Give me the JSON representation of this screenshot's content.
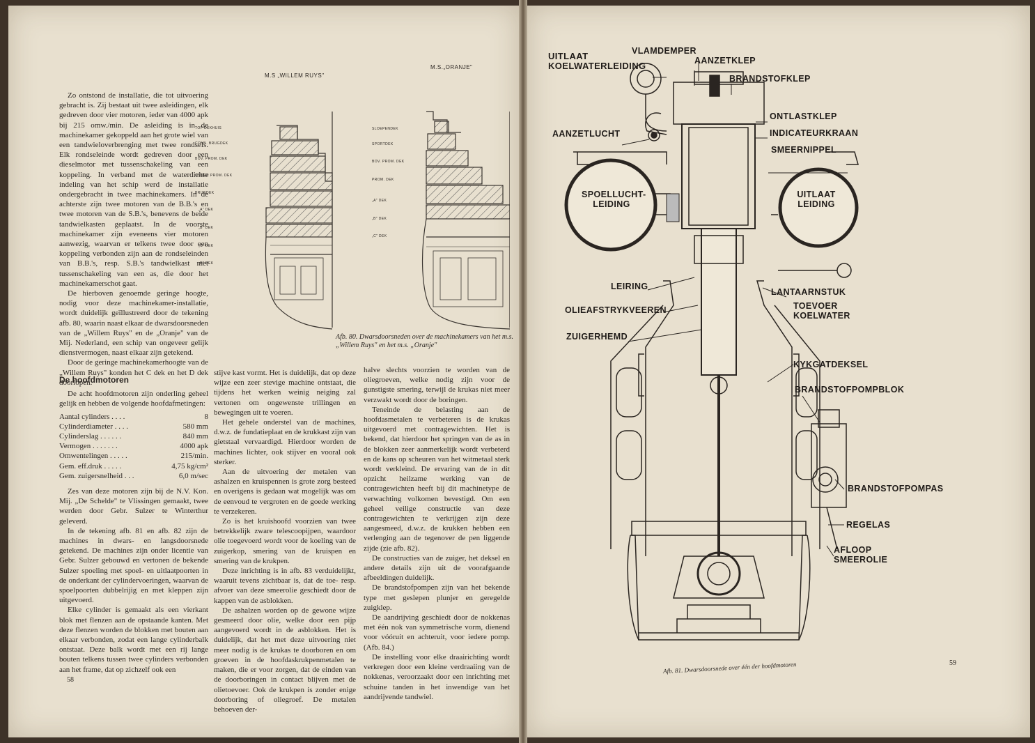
{
  "left_page": {
    "intro_paragraphs": [
      "Zo ontstond de installatie, die tot uitvoering gebracht is. Zij bestaat uit twee asleidingen, elk gedreven door vier motoren, ieder van 4000 apk bij 215 omw./min. De asleiding is in de machinekamer gekoppeld aan het grote wiel van een tandwieloverbrenging met twee rondsels. Elk rondseleinde wordt gedreven door een dieselmotor met tussenschakeling van een koppeling. In verband met de waterdichte indeling van het schip werd de installatie ondergebracht in twee machinekamers. In de achterste zijn twee motoren van de B.B.'s en twee motoren van de S.B.'s, benevens de beide tandwielkasten geplaatst. In de voorste machinekamer zijn eveneens vier motoren aanwezig, waarvan er telkens twee door een koppeling verbonden zijn aan de rondseleinden van B.B.'s, resp. S.B.'s tandwielkast met tussenschakeling van een as, die door het machinekamerschot gaat.",
      "De hierboven genoemde geringe hoogte, nodig voor deze machinekamer-installatie, wordt duidelijk geïllustreerd door de tekening afb. 80, waarin naast elkaar de dwarsdoorsneden van de „Willem Ruys\" en de „Oranje\" van de Mij. Nederland, een schip van ongeveer gelijk dienstvermogen, naast elkaar zijn getekend.",
      "Door de geringe machinekamerhoogte van de „Willem Ruys\" konden het C dek en het D dek doorlopen."
    ],
    "figure80": {
      "title_left": "M.S „WILLEM RUYS\"",
      "title_right": "M.S.„ORANJE\"",
      "decks_left": [
        "TOP DEKHUIS",
        "CONN. BRUGDEK",
        "BOV. PROM. DEK",
        "ONDER PROM. DEK",
        "BRUGDEK",
        "„A\" DEK",
        "„B\" DEK",
        "„C\" DEK",
        "„D\" DEK"
      ],
      "decks_right": [
        "SLOEPENDEK",
        "SPORTDEK",
        "BOV. PROM. DEK",
        "PROM. DEK",
        "„A\" DEK",
        "„B\" DEK",
        "„C\" DEK"
      ],
      "caption": "Afb. 80. Dwarsdoorsneden over de machinekamers van het m.s. „Willem Ruys\" en het m.s. „Oranje\""
    },
    "section_heading": "De hoofdmotoren",
    "section_intro": "De acht hoofdmotoren zijn onderling geheel gelijk en hebben de volgende hoofdafmetingen:",
    "dimensions": [
      {
        "label": "Aantal cylinders . . . .",
        "value": "8"
      },
      {
        "label": "Cylinderdiameter . . . .",
        "value": "580 mm"
      },
      {
        "label": "Cylinderslag . . . . . .",
        "value": "840 mm"
      },
      {
        "label": "Vermogen . . . . . . .",
        "value": "4000 apk"
      },
      {
        "label": "Omwentelingen . . . . .",
        "value": "215/min."
      },
      {
        "label": "Gem. eff.druk . . . . .",
        "value": "4,75 kg/cm²"
      },
      {
        "label": "Gem. zuigersnelheid . . .",
        "value": "6,0 m/sec"
      }
    ],
    "col1_rest": [
      "Zes van deze motoren zijn bij de N.V. Kon. Mij. „De Schelde\" te Vlissingen gemaakt, twee werden door Gebr. Sulzer te Winterthur geleverd.",
      "In de tekening afb. 81 en afb. 82 zijn de machines in dwars- en langsdoorsnede getekend. De machines zijn onder licentie van Gebr. Sulzer gebouwd en vertonen de bekende Sulzer spoeling met spoel- en uitlaatpoorten in de onderkant der cylindervoeringen, waarvan de spoelpoorten dubbelrijig en met kleppen zijn uitgevoerd.",
      "Elke cylinder is gemaakt als een vierkant blok met flenzen aan de opstaande kanten. Met deze flenzen worden de blokken met bouten aan elkaar verbonden, zodat een lange cylinderbalk ontstaat. Deze balk wordt met een rij lange bouten telkens tussen twee cylinders verbonden aan het frame, dat op zichzelf ook een"
    ],
    "col2": [
      "stijve kast vormt. Het is duidelijk, dat op deze wijze een zeer stevige machine ontstaat, die tijdens het werken weinig neiging zal vertonen om ongewenste trillingen en bewegingen uit te voeren.",
      "Het gehele onderstel van de machines, d.w.z. de fundatieplaat en de krukkast zijn van gietstaal vervaardigd. Hierdoor worden de machines lichter, ook stijver en vooral ook sterker.",
      "Aan de uitvoering der metalen van ashalzen en kruispennen is grote zorg besteed en overigens is gedaan wat mogelijk was om de eenvoud te vergroten en de goede werking te verzekeren.",
      "Zo is het kruishoofd voorzien van twee betrekkelijk zware telescoopijpen, waardoor olie toegevoerd wordt voor de koeling van de zuigerkop, smering van de kruispen en smering van de krukpen.",
      "Deze inrichting is in afb. 83 verduidelijkt, waaruit tevens zichtbaar is, dat de toe- resp. afvoer van deze smeerolie geschiedt door de kappen van de asblokken.",
      "De ashalzen worden op de gewone wijze gesmeerd door olie, welke door een pijp aangevoerd wordt in de asblokken. Het is duidelijk, dat het met deze uitvoering niet meer nodig is de krukas te doorboren en om groeven in de hoofdaskrukpenmetalen te maken, die er voor zorgen, dat de einden van de doorboringen in contact blijven met de olietoevoer. Ook de krukpen is zonder enige doorboring of oliegroef. De metalen behoeven der-"
    ],
    "col3": [
      "halve slechts voorzien te worden van de oliegroeven, welke nodig zijn voor de gunstigste smering, terwijl de krukas niet meer verzwakt wordt door de boringen.",
      "Teneinde de belasting aan de hoofdasmetalen te verbeteren is de krukas uitgevoerd met contragewichten. Het is bekend, dat hierdoor het springen van de as in de blokken zeer aanmerkelijk wordt verbeterd en de kans op scheuren van het witmetaal sterk wordt verkleind. De ervaring van de in dit opzicht heilzame werking van de contragewichten heeft bij dit machinetype de verwachting volkomen bevestigd. Om een geheel veilige constructie van deze contragewichten te verkrijgen zijn deze aangesmeed, d.w.z. de krukken hebben een verlenging aan de tegenover de pen liggende zijde (zie afb. 82).",
      "De constructies van de zuiger, het deksel en andere details zijn uit de voorafgaande afbeeldingen duidelijk.",
      "De brandstofpompen zijn van het bekende type met geslepen plunjer en geregelde zuigklep.",
      "De aandrijving geschiedt door de nokkenas met één nok van symmetrische vorm, dienend voor vóóruit en achteruit, voor iedere pomp. (Afb. 84.)",
      "De instelling voor elke draairichting wordt verkregen door een kleine verdraaiing van de nokkenas, veroorzaakt door een inrichting met schuine tanden in het inwendige van het aandrijvende tandwiel."
    ],
    "page_number": "58"
  },
  "right_page": {
    "labels": {
      "uitlaat_koel": [
        "UITLAAT",
        "KOELWATERLEIDING"
      ],
      "vlamdemper": "VLAMDEMPER",
      "aanzetklep": "AANZETKLEP",
      "brandstofklep": "BRANDSTOFKLEP",
      "ontlastklep": "ONTLASTKLEP",
      "indicateurkraan": "INDICATEURKRAAN",
      "smeernippel": "SMEERNIPPEL",
      "aanzetlucht": "AANZETLUCHT",
      "spoellucht": [
        "SPOELLUCHT-",
        "LEIDING"
      ],
      "uitlaat_leiding": [
        "UITLAAT",
        "LEIDING"
      ],
      "leiring": "LEIRING",
      "lantaarnstuk": "LANTAARNSTUK",
      "toevoer": [
        "TOEVOER",
        "KOELWATER"
      ],
      "olieafstryk": "OLIEAFSTRYKVEEREN",
      "zuigerhemd": "ZUIGERHEMD",
      "kykgatdeksel": "KYKGATDEKSEL",
      "brandstofpompblok": "BRANDSTOFPOMPBLOK",
      "brandstofpompas": "BRANDSTOFPOMPAS",
      "regelas": "REGELAS",
      "afloop": [
        "AFLOOP",
        "SMEEROLIE"
      ]
    },
    "caption": "Afb. 81. Dwarsdoorsnede over één der hoofdmotoren",
    "page_number": "59"
  }
}
